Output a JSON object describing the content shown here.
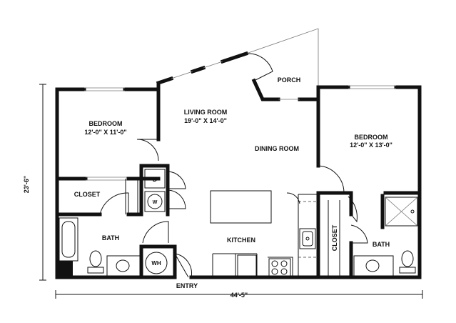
{
  "rooms": {
    "living_room": {
      "name": "LIVING ROOM",
      "size": "19'-0\" X 14'-0\""
    },
    "dining_room": {
      "name": "DINING ROOM"
    },
    "porch": {
      "name": "PORCH"
    },
    "bedroom_left": {
      "name": "BEDROOM",
      "size": "12'-0\" X 11'-0\""
    },
    "bedroom_right": {
      "name": "BEDROOM",
      "size": "12'-0\" X 13'-0\""
    },
    "closet_left": {
      "name": "CLOSET"
    },
    "closet_right": {
      "name": "CLOSET"
    },
    "bath_left": {
      "name": "BATH"
    },
    "bath_right": {
      "name": "BATH"
    },
    "kitchen": {
      "name": "KITCHEN"
    },
    "entry": {
      "name": "ENTRY"
    }
  },
  "appliances": {
    "dryer": "D",
    "washer": "W",
    "water_heater": "WH"
  },
  "dimensions": {
    "width": "44'-5\"",
    "depth": "23'-6\""
  }
}
